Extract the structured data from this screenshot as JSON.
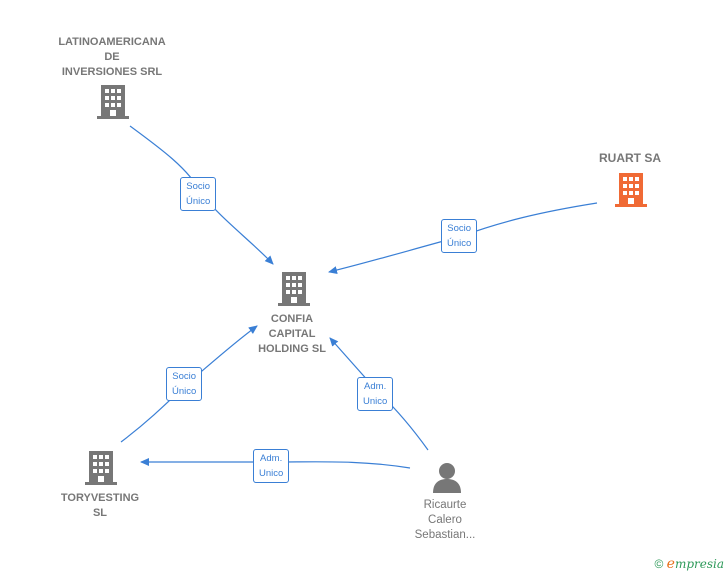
{
  "nodes": {
    "latinoamericana": {
      "label": "LATINOAMERICANA\nDE\nINVERSIONES SRL",
      "type": "company",
      "color": "#777777"
    },
    "ruart": {
      "label": "RUART SA",
      "type": "company",
      "color": "#f06a35"
    },
    "confia": {
      "label": "CONFIA\nCAPITAL\nHOLDING  SL",
      "type": "company",
      "color": "#777777"
    },
    "toryvesting": {
      "label": "TORYVESTING\nSL",
      "type": "company",
      "color": "#777777"
    },
    "ricaurte": {
      "label": "Ricaurte\nCalero\nSebastian...",
      "type": "person",
      "color": "#777777"
    }
  },
  "edges": [
    {
      "from": "latinoamericana",
      "to": "confia",
      "label": "Socio\nÚnico"
    },
    {
      "from": "ruart",
      "to": "confia",
      "label": "Socio\nÚnico"
    },
    {
      "from": "toryvesting",
      "to": "confia",
      "label": "Socio\nÚnico"
    },
    {
      "from": "ricaurte",
      "to": "confia",
      "label": "Adm.\nUnico"
    },
    {
      "from": "ricaurte",
      "to": "toryvesting",
      "label": "Adm.\nUnico"
    }
  ],
  "colors": {
    "edge": "#3a7fd5",
    "node_gray": "#777777",
    "node_accent": "#f06a35"
  },
  "footer": {
    "copyright": "©",
    "brand_initial": "e",
    "brand_rest": "mpresia"
  }
}
